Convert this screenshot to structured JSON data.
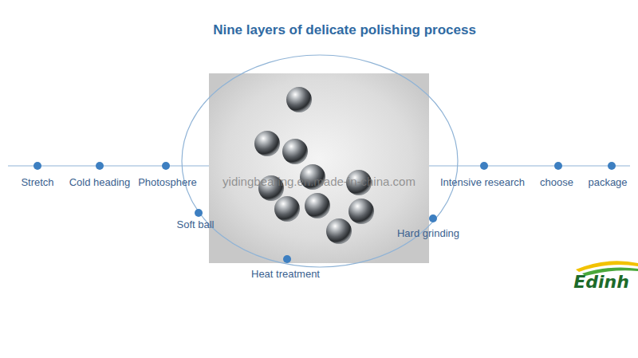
{
  "diagram": {
    "title": "Nine layers of delicate polishing process",
    "labels": [
      "Stretch",
      "Cold heading",
      "Photosphere",
      "Soft ball",
      "Heat treatment",
      "Hard grinding",
      "Intensive research",
      "choose",
      "package",
      "yidingbearing.en.made-in-china.com",
      "Edinh"
    ]
  }
}
